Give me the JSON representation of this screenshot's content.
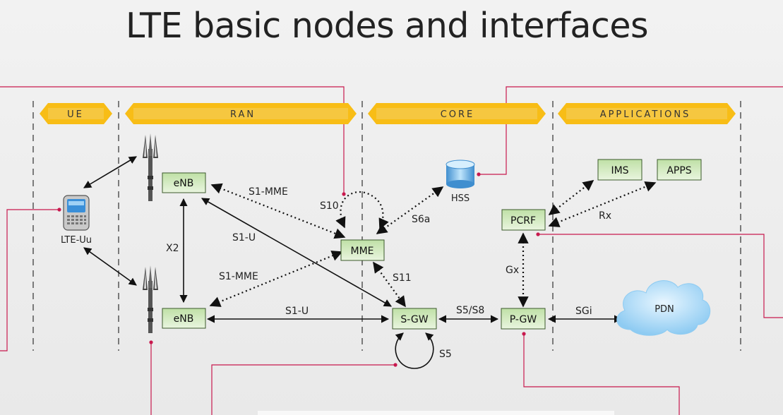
{
  "title": "LTE basic nodes and interfaces",
  "zones": {
    "ue": "UE",
    "ran": "RAN",
    "core": "CORE",
    "applications": "APPLICATIONS"
  },
  "nodes": {
    "enb_top": "eNB",
    "enb_bottom": "eNB",
    "mme": "MME",
    "sgw": "S-GW",
    "pgw": "P-GW",
    "pcrf": "PCRF",
    "ims": "IMS",
    "apps": "APPS",
    "hss": "HSS",
    "pdn": "PDN",
    "ue_device": "LTE-Uu"
  },
  "interfaces": {
    "s1_mme_top": "S1-MME",
    "s1_mme_bottom": "S1-MME",
    "s1_u_diag": "S1-U",
    "s1_u_bottom": "S1-U",
    "x2": "X2",
    "s10": "S10",
    "s6a": "S6a",
    "s11": "S11",
    "s5_s8": "S5/S8",
    "s5": "S5",
    "sgi": "SGi",
    "gx": "Gx",
    "rx": "Rx"
  },
  "colors": {
    "band": "#f8bd16",
    "node_fill": "#cfe6b8",
    "node_stroke": "#3c5a2c",
    "callout": "#c8194e"
  }
}
